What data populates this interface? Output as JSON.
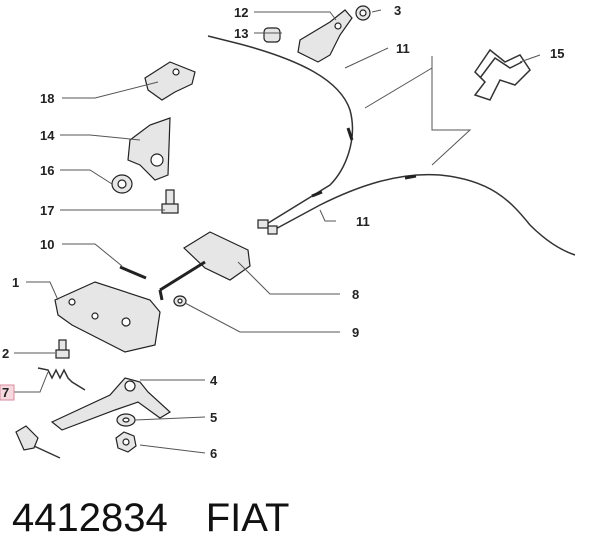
{
  "callouts": {
    "c1": "1",
    "c2": "2",
    "c3": "3",
    "c4": "4",
    "c5": "5",
    "c6": "6",
    "c7": "7",
    "c8": "8",
    "c9": "9",
    "c10": "10",
    "c11a": "11",
    "c11b": "11",
    "c12": "12",
    "c13": "13",
    "c14": "14",
    "c15": "15",
    "c16": "16",
    "c17": "17",
    "c18": "18"
  },
  "footer": {
    "part_number": "4412834",
    "brand": "FIAT"
  },
  "colors": {
    "highlight": "#f6d9df",
    "line": "#555555",
    "text": "#222222"
  }
}
